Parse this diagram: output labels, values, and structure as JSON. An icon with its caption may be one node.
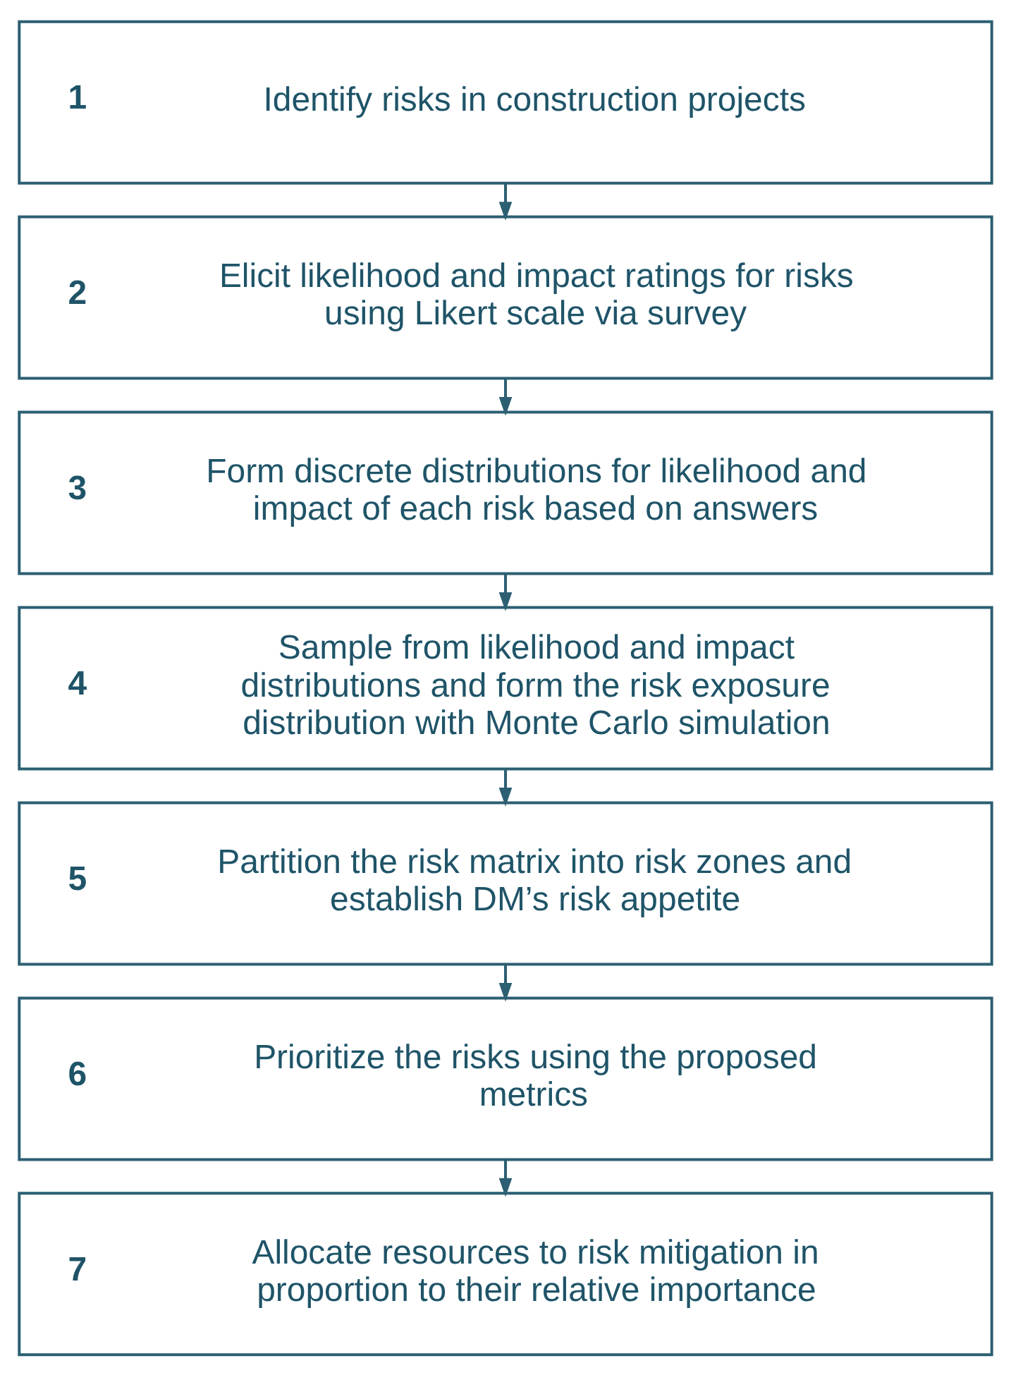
{
  "diagram": {
    "nodes": [
      {
        "text": [
          "1",
          "Identify risks in construction projects"
        ]
      },
      {
        "text": [
          "2",
          "Elicit likelihood and impact ratings for risks using Likert scale via survey"
        ]
      },
      {
        "text": [
          "3",
          "Form discrete distributions for likelihood and impact of each risk based on answers"
        ]
      },
      {
        "text": [
          "4",
          "Sample from likelihood and impact distributions and form the risk exposure distribution with Monte Carlo simulation"
        ]
      },
      {
        "text": [
          "5",
          "Partition the risk matrix into risk zones and establish DM’s risk appetite"
        ]
      },
      {
        "text": [
          "6",
          "Prioritize the risks using the proposed metrics"
        ]
      },
      {
        "text": [
          "7",
          "Allocate resources to risk mitigation in proportion to their relative importance"
        ]
      }
    ],
    "edges": [
      {
        "from": 0,
        "to": 1,
        "arrow": "to"
      },
      {
        "from": 1,
        "to": 2,
        "arrow": "to"
      },
      {
        "from": 2,
        "to": 3,
        "arrow": "to"
      },
      {
        "from": 3,
        "to": 4,
        "arrow": "to"
      },
      {
        "from": 4,
        "to": 5,
        "arrow": "to"
      },
      {
        "from": 5,
        "to": 6,
        "arrow": "to"
      }
    ]
  }
}
